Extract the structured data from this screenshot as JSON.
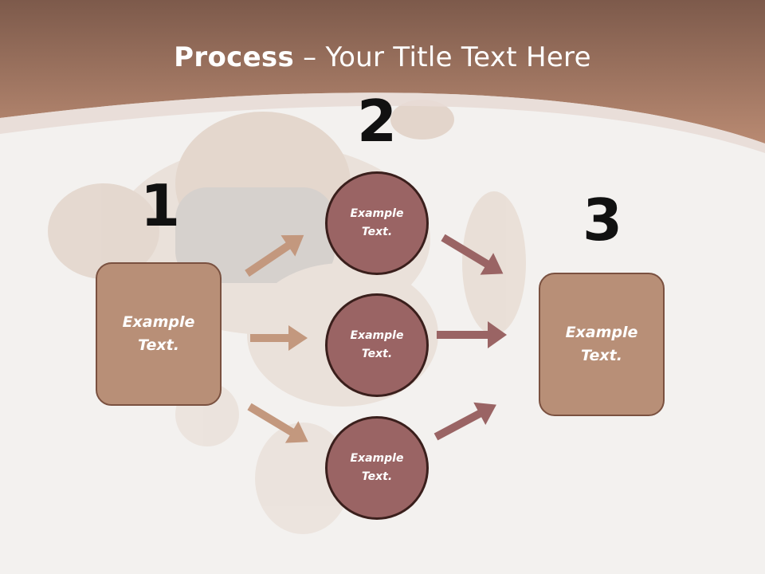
{
  "title": {
    "bold": "Process",
    "rest": " – Your Title Text Here"
  },
  "steps": {
    "one": "1",
    "two": "2",
    "three": "3"
  },
  "boxes": {
    "left": {
      "line1": "Example",
      "line2": "Text."
    },
    "right": {
      "line1": "Example",
      "line2": "Text."
    }
  },
  "circles": [
    {
      "line1": "Example",
      "line2": "Text."
    },
    {
      "line1": "Example",
      "line2": "Text."
    },
    {
      "line1": "Example",
      "line2": "Text."
    }
  ],
  "colors": {
    "header": "#a07560",
    "box_fill": "#b88f77",
    "circle_fill": "#9a6464",
    "arrow_left": "#c3987e",
    "arrow_right": "#9a6464"
  }
}
